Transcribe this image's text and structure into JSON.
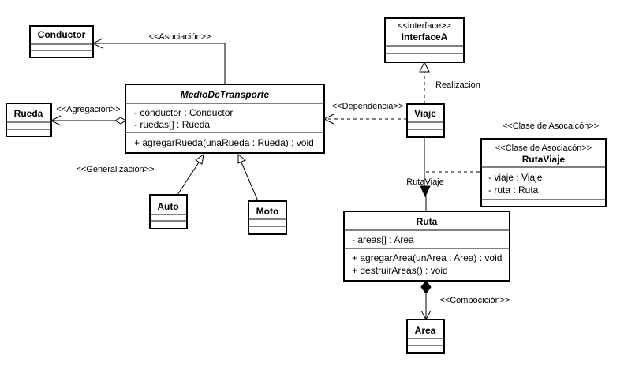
{
  "classes": {
    "conductor": {
      "name": "Conductor"
    },
    "rueda": {
      "name": "Rueda"
    },
    "medio": {
      "name": "MedioDeTransporte",
      "attributes": [
        "- conductor : Conductor",
        "- ruedas[] : Rueda"
      ],
      "operations": [
        "+ agregarRueda(unaRueda : Rueda) : void"
      ]
    },
    "interfaceA": {
      "stereotype": "<<interface>>",
      "name": "InterfaceA"
    },
    "viaje": {
      "name": "Viaje"
    },
    "auto": {
      "name": "Auto"
    },
    "moto": {
      "name": "Moto"
    },
    "rutaViaje": {
      "stereotype": "<<Clase de Asociacón>>",
      "name": "RutaViaje",
      "attributes": [
        "- viaje : Viaje",
        "- ruta : Ruta"
      ]
    },
    "ruta": {
      "name": "Ruta",
      "attributes": [
        "- areas[] : Area"
      ],
      "operations": [
        "+ agregarArea(unArea : Area) : void",
        "+ destruirAreas() : void"
      ]
    },
    "area": {
      "name": "Area"
    }
  },
  "labels": {
    "asociacion": "<<Asociación>>",
    "agregacion": "<<Agregación>>",
    "dependencia": "<<Dependencia>>",
    "generalizacion": "<<Generalización>>",
    "realizacion": "Realizacion",
    "claseAsociacion": "<<Clase de Asocaicón>>",
    "rutaViaje": "RutaViaje",
    "composicion": "<<Compocición>>"
  }
}
